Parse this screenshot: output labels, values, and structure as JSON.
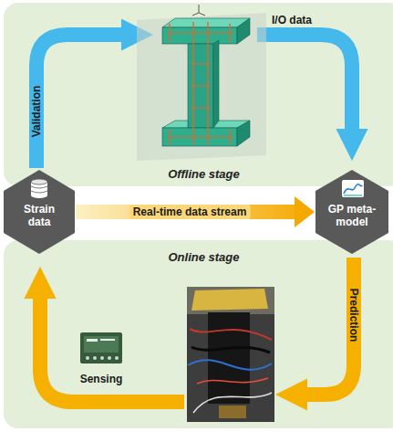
{
  "diagram": {
    "nodes": [
      {
        "text": [
          "Offline stage"
        ]
      },
      {
        "text": [
          "Strain data"
        ]
      },
      {
        "text": [
          "GP meta-model"
        ]
      },
      {
        "text": [
          "Online stage"
        ]
      }
    ],
    "edges": [
      {
        "from": 1,
        "to": 2,
        "arrow": "to",
        "label": "Real-time data stream"
      }
    ],
    "labels": [
      "Validation",
      "I/O data",
      "Prediction",
      "Sensing"
    ]
  }
}
